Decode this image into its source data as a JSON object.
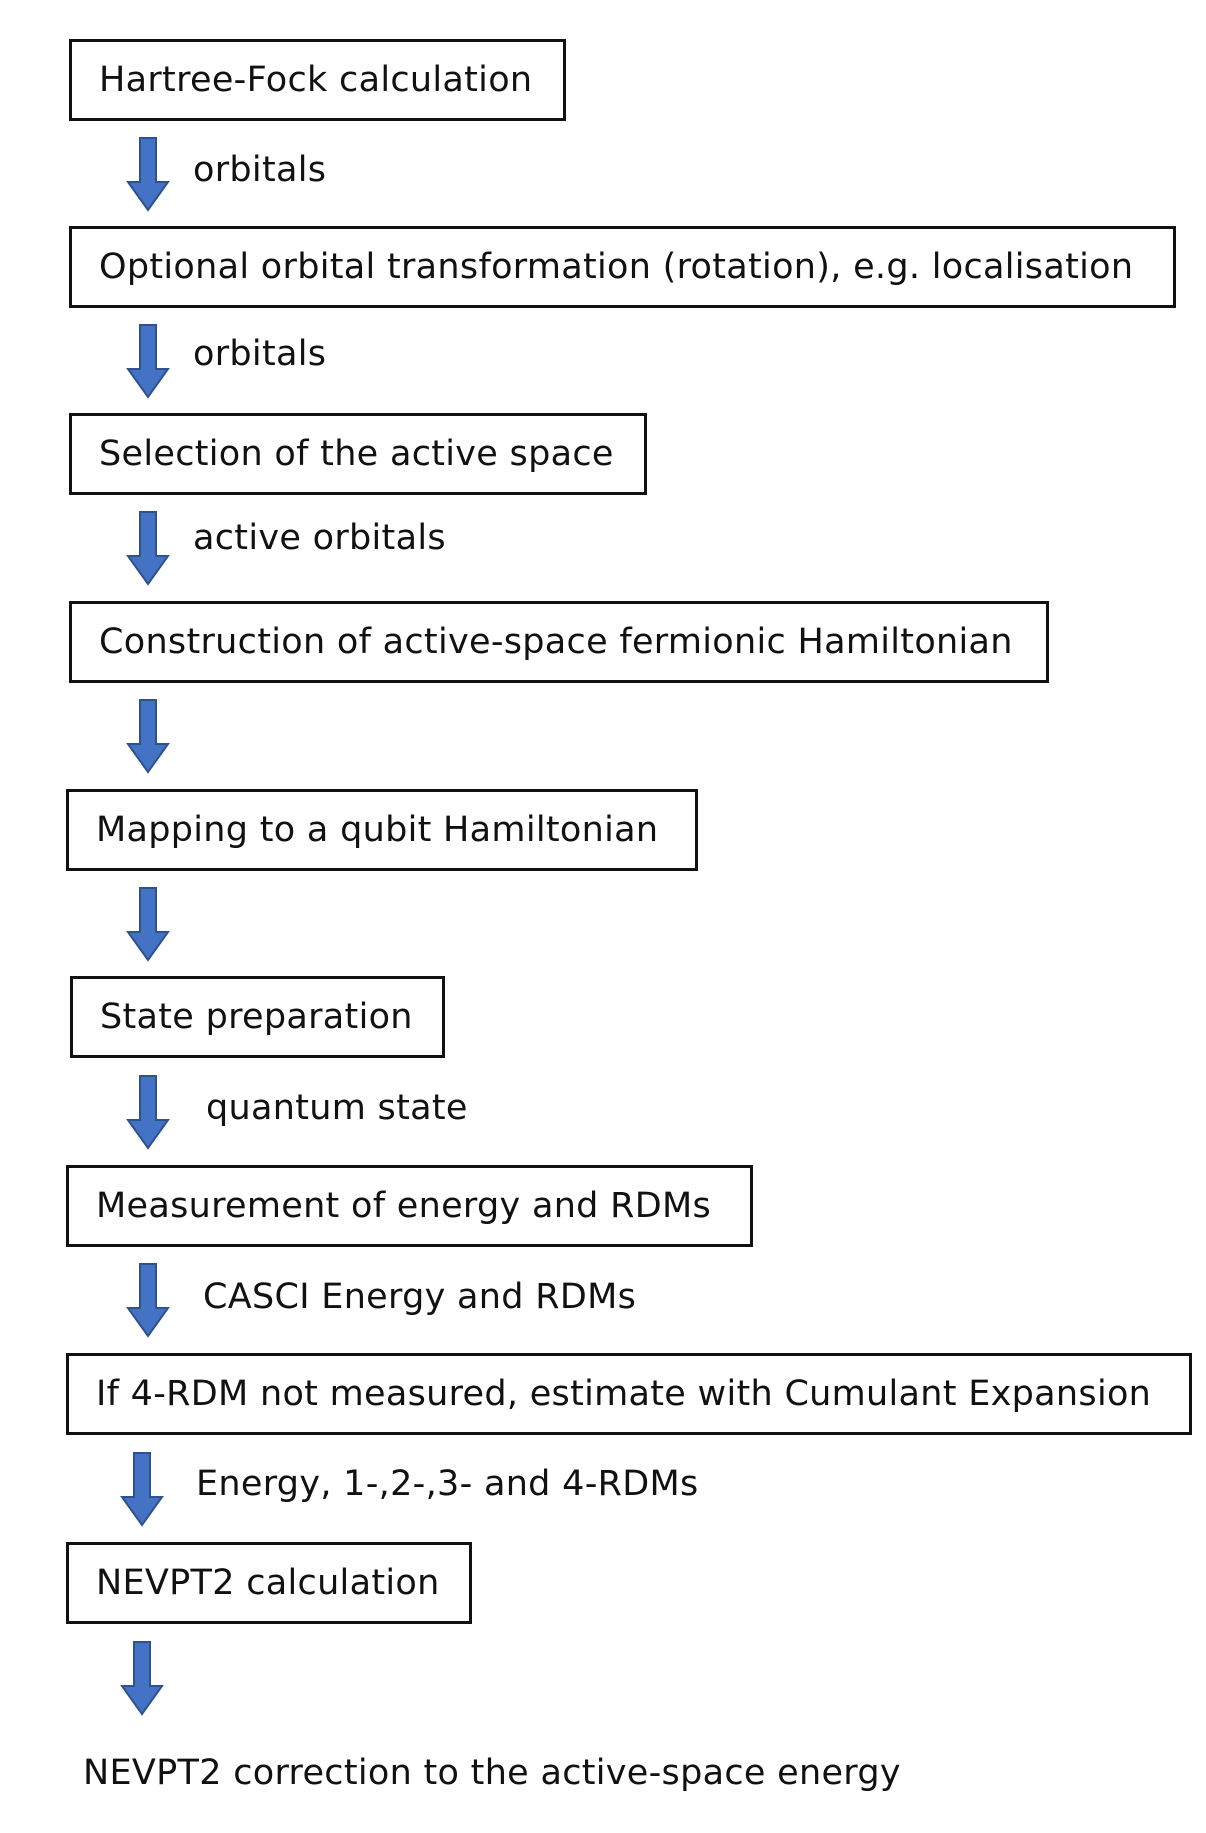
{
  "flowchart": {
    "steps": [
      {
        "label": "Hartree-Fock calculation"
      },
      {
        "label": "Optional orbital transformation (rotation), e.g. localisation"
      },
      {
        "label": "Selection of the active space"
      },
      {
        "label": "Construction of active-space fermionic Hamiltonian"
      },
      {
        "label": "Mapping to a qubit Hamiltonian"
      },
      {
        "label": "State preparation"
      },
      {
        "label": "Measurement of energy and RDMs"
      },
      {
        "label": "If 4-RDM not measured, estimate with Cumulant Expansion"
      },
      {
        "label": "NEVPT2 calculation"
      }
    ],
    "edges": [
      {
        "label": "orbitals"
      },
      {
        "label": "orbitals"
      },
      {
        "label": "active orbitals"
      },
      {
        "label": ""
      },
      {
        "label": ""
      },
      {
        "label": "quantum state"
      },
      {
        "label": "CASCI Energy and RDMs"
      },
      {
        "label": "Energy, 1-,2-,3- and 4-RDMs"
      },
      {
        "label": ""
      }
    ],
    "result": "NEVPT2 correction to the active-space energy"
  },
  "colors": {
    "arrow_fill": "#4472C4",
    "arrow_stroke": "#2F528F",
    "box_border": "#111111"
  },
  "icons": {
    "arrow": "down-arrow-icon"
  }
}
